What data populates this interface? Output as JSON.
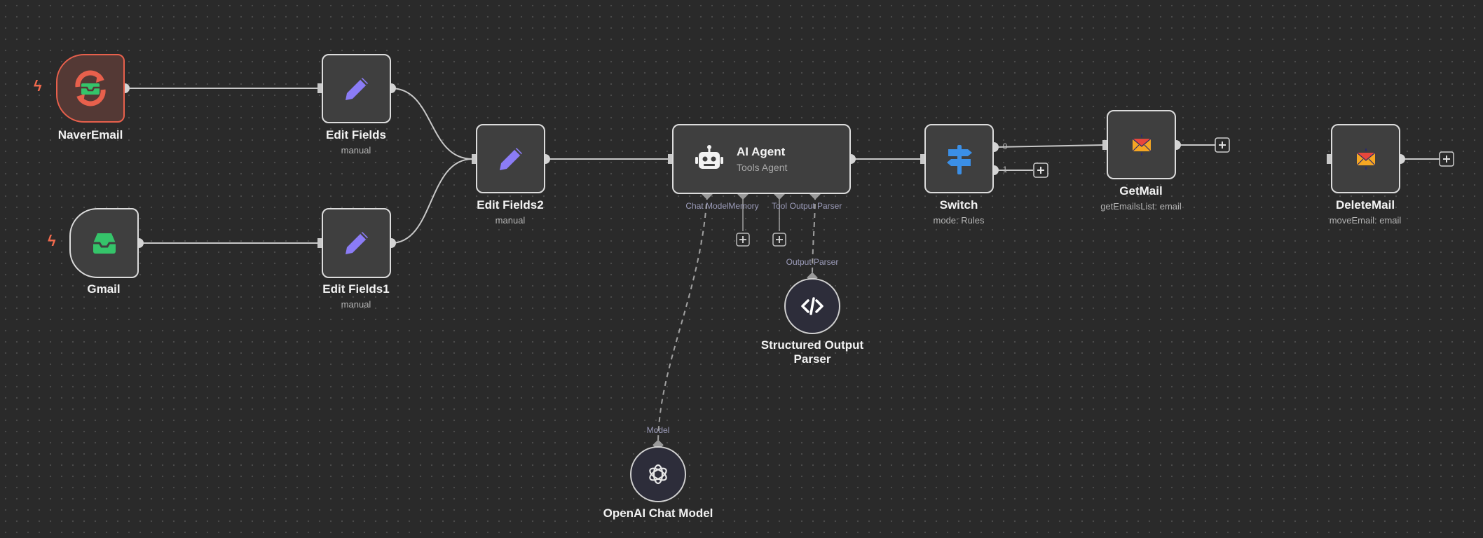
{
  "nodes": {
    "naver_email": {
      "title": "NaverEmail"
    },
    "gmail": {
      "title": "Gmail"
    },
    "edit_fields": {
      "title": "Edit Fields",
      "subtitle": "manual"
    },
    "edit_fields1": {
      "title": "Edit Fields1",
      "subtitle": "manual"
    },
    "edit_fields2": {
      "title": "Edit Fields2",
      "subtitle": "manual"
    },
    "ai_agent": {
      "title": "AI Agent",
      "subtitle": "Tools Agent"
    },
    "switch": {
      "title": "Switch",
      "subtitle": "mode: Rules"
    },
    "get_mail": {
      "title": "GetMail",
      "subtitle": "getEmailsList: email"
    },
    "delete_mail": {
      "title": "DeleteMail",
      "subtitle": "moveEmail: email"
    },
    "structured_output_parser": {
      "title": "Structured Output Parser"
    },
    "openai_chat_model": {
      "title": "OpenAI Chat Model"
    }
  },
  "ports": {
    "chat_model": "Chat Model",
    "memory": "Memory",
    "tool": "Tool",
    "output_parser": "Output Parser",
    "output_parser_input": "Output Parser",
    "model": "Model",
    "switch_out0": "0",
    "switch_out1": "1"
  },
  "icons": {
    "trigger_bolt": "lightning-icon",
    "naver": "email-sync-icon",
    "gmail": "inbox-icon",
    "edit": "pencil-icon",
    "agent": "robot-icon",
    "switch": "signpost-icon",
    "mail": "envelope-icon",
    "parser": "code-icon",
    "openai": "openai-icon",
    "add": "plus-icon"
  },
  "colors": {
    "canvas": "#2a2a2a",
    "node_fill": "#3f3f3f",
    "node_border": "#dcdcdc",
    "error": "#e8604c",
    "edit_icon": "#8b7cf6",
    "gmail_icon": "#35c46a",
    "switch_icon": "#3b8fe6"
  }
}
